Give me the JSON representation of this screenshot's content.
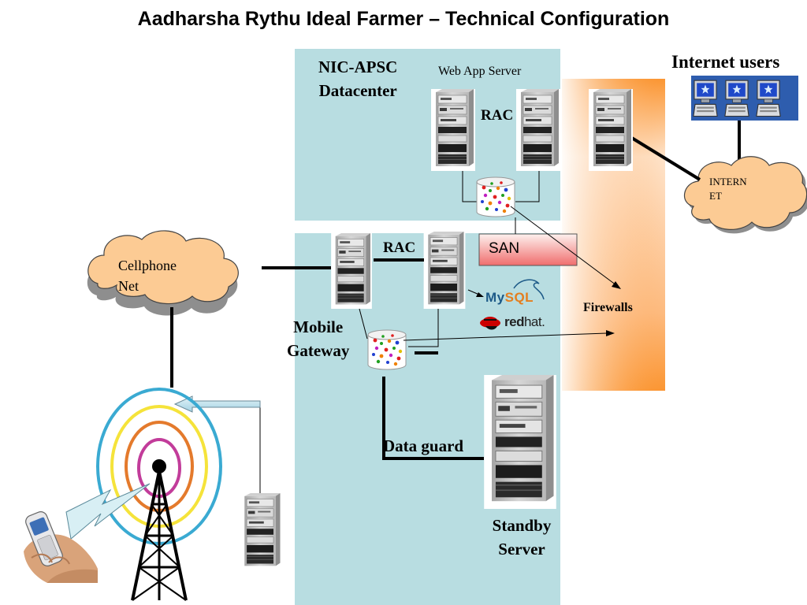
{
  "title": "Aadharsha Rythu Ideal Farmer – Technical Configuration",
  "labels": {
    "datacenter_line1": "NIC-APSC",
    "datacenter_line2": "Datacenter",
    "web_app_server": "Web App Server",
    "rac_top": "RAC",
    "rac_middle": "RAC",
    "internet_users": "Internet users",
    "internet_cloud": "INTERNET",
    "cellphone_net_line1": "Cellphone",
    "cellphone_net_line2": "Net",
    "san": "SAN",
    "firewalls": "Firewalls",
    "mobile_gateway_line1": "Mobile",
    "mobile_gateway_line2": "Gateway",
    "data_guard": "Data guard",
    "standby_line1": "Standby",
    "standby_line2": "Server"
  },
  "logos": {
    "mysql_part1": "My",
    "mysql_part2": "SQL",
    "redhat_part1": "red",
    "redhat_part2": "hat."
  },
  "colors": {
    "datacenter_fill": "#b8dde1",
    "firewall_gradient_top": "#fb9633",
    "firewall_gradient_bottom": "#fee8d2",
    "cloud_fill": "#fccb94",
    "san_gradient_top": "#fdebe9",
    "san_gradient_bottom": "#f06d6d",
    "monitor_panel": "#2e5dae"
  }
}
